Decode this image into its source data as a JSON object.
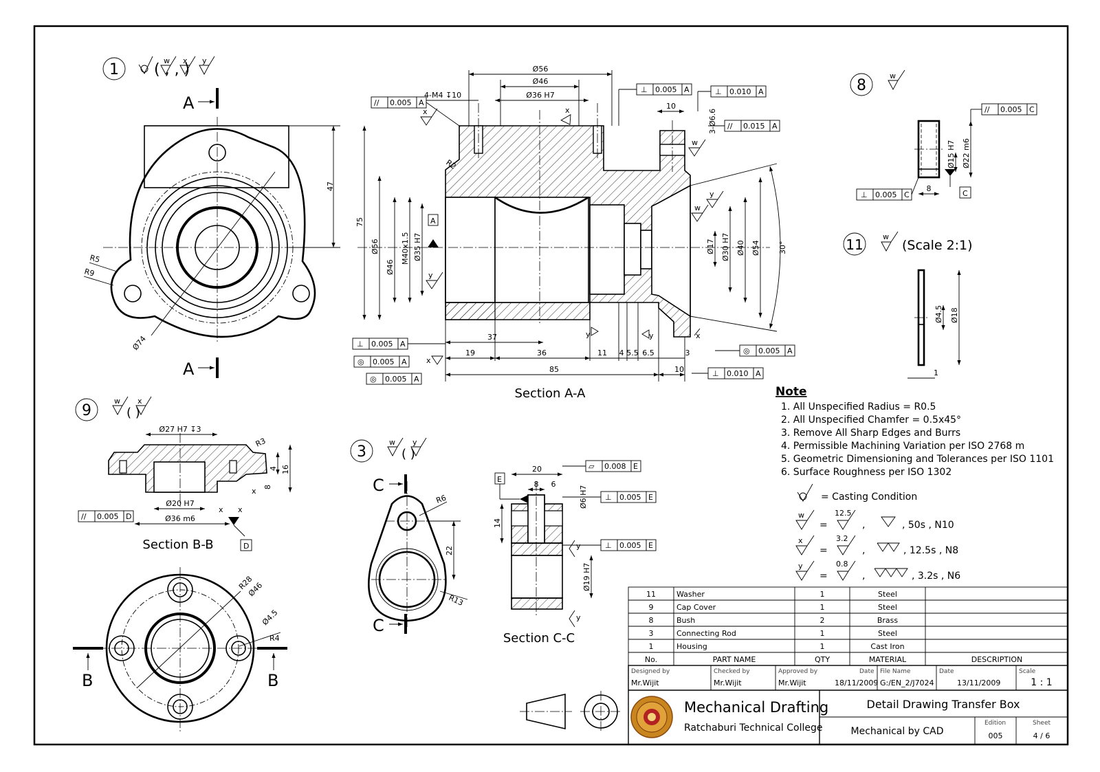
{
  "views": {
    "housing": {
      "number": "1",
      "roughness": "(   ,   ,   )",
      "roughness_symbols": [
        "w",
        "x",
        "y"
      ],
      "section_letter": "A",
      "dims": {
        "r5": "R5",
        "r9": "R9",
        "d74": "Ø74",
        "h47": "47"
      }
    },
    "section_aa": {
      "title": "Section A-A",
      "callouts": {
        "thread4": "4-M4 ↧10",
        "d56": "Ø56",
        "d46": "Ø46",
        "d36h7": "Ø36 H7",
        "r2": "R2",
        "d10": "10",
        "d3x66": "3-Ø6.6"
      },
      "left_dims": {
        "h75": "75",
        "d56": "Ø56",
        "d46": "Ø46",
        "m40": "M40x1.5",
        "d35": "Ø35 H7"
      },
      "right_dims": {
        "d17": "Ø17",
        "d30": "Ø30 H7",
        "d40": "Ø40",
        "d54": "Ø54",
        "a30": "30°"
      },
      "bottom_dims": {
        "d37": "37",
        "d19": "19",
        "d36": "36",
        "d11": "11",
        "d4": "4",
        "d55": "5.5",
        "d65": "6.5",
        "d3": "3",
        "d85": "85",
        "d10": "10"
      },
      "datum": "A",
      "frames": {
        "par1": {
          "sym": "//",
          "tol": "0.005",
          "dat": "A"
        },
        "perp1": {
          "sym": "⊥",
          "tol": "0.005",
          "dat": "A"
        },
        "perp2": {
          "sym": "⊥",
          "tol": "0.010",
          "dat": "A"
        },
        "par2": {
          "sym": "//",
          "tol": "0.015",
          "dat": "A"
        },
        "perp3": {
          "sym": "⊥",
          "tol": "0.005",
          "dat": "A"
        },
        "conc1": {
          "sym": "◎",
          "tol": "0.005",
          "dat": "A"
        },
        "conc2": {
          "sym": "◎",
          "tol": "0.005",
          "dat": "A"
        },
        "conc3": {
          "sym": "◎",
          "tol": "0.005",
          "dat": "A"
        },
        "perp4": {
          "sym": "⊥",
          "tol": "0.010",
          "dat": "A"
        }
      }
    },
    "bush": {
      "number": "8",
      "dims": {
        "d15": "Ø15 H7",
        "d22": "Ø22 m6",
        "w8": "8"
      },
      "frames": {
        "par": {
          "sym": "//",
          "tol": "0.005",
          "dat": "C"
        },
        "perp": {
          "sym": "⊥",
          "tol": "0.005",
          "dat": "C"
        }
      },
      "datum": "C"
    },
    "washer": {
      "number": "11",
      "scale": "(Scale 2:1)",
      "dims": {
        "d45": "Ø4.5",
        "d18": "Ø18",
        "t1": "1"
      }
    },
    "cover": {
      "number": "9",
      "roughness": "(   )",
      "title": "Section B-B",
      "section_letter": "B",
      "dims": {
        "d27": "Ø27 H7 ↧3",
        "r3": "R3",
        "h4": "4",
        "h16": "16",
        "h8": "8",
        "d20": "Ø20 H7",
        "d36": "Ø36 m6",
        "r28": "R28",
        "d46": "Ø46",
        "d45": "Ø4.5",
        "r4": "R4"
      },
      "frame": {
        "sym": "//",
        "tol": "0.005",
        "dat": "D"
      },
      "datum": "D"
    },
    "rod": {
      "number": "3",
      "roughness": "(   )",
      "title": "Section C-C",
      "section_letter": "C",
      "dims": {
        "r6": "R6",
        "l22": "22",
        "r13": "R13",
        "w20": "20",
        "w8": "8",
        "w6": "6",
        "d6": "Ø6 H7",
        "h14": "14",
        "d19": "Ø19 H7"
      },
      "frames": {
        "flat": {
          "sym": "⏥",
          "tol": "0.008",
          "dat": "E"
        },
        "perp1": {
          "sym": "⊥",
          "tol": "0.005",
          "dat": "E"
        },
        "perp2": {
          "sym": "⊥",
          "tol": "0.005",
          "dat": "E"
        }
      },
      "datum": "E"
    }
  },
  "notes": {
    "title": "Note",
    "items": [
      "1. All Unspecified Radius = R0.5",
      "2. All Unspecified Chamfer = 0.5x45°",
      "3. Remove All Sharp Edges and Burrs",
      "4. Permissible Machining Variation per ISO 2768 m",
      "5. Geometric Dimensioning and Tolerances per ISO 1101",
      "6. Surface Roughness per ISO 1302"
    ],
    "legend": {
      "casting": "=  Casting Condition",
      "w": {
        "ra": "12.5",
        "tail": ",    50s   , N10"
      },
      "x": {
        "ra": "3.2",
        "tail": ", 12.5s , N8"
      },
      "y": {
        "ra": "0.8",
        "tail": ",    3.2s , N6"
      }
    }
  },
  "parts_list": {
    "rows": [
      {
        "no": "11",
        "name": "Washer",
        "qty": "1",
        "material": "Steel",
        "desc": ""
      },
      {
        "no": "9",
        "name": "Cap Cover",
        "qty": "1",
        "material": "Steel",
        "desc": ""
      },
      {
        "no": "8",
        "name": "Bush",
        "qty": "2",
        "material": "Brass",
        "desc": ""
      },
      {
        "no": "3",
        "name": "Connecting Rod",
        "qty": "1",
        "material": "Steel",
        "desc": ""
      },
      {
        "no": "1",
        "name": "Housing",
        "qty": "1",
        "material": "Cast Iron",
        "desc": ""
      }
    ],
    "headers": {
      "no": "No.",
      "name": "PART NAME",
      "qty": "QTY",
      "material": "MATERIAL",
      "desc": "DESCRIPTION"
    }
  },
  "title_block": {
    "designed_by_label": "Designed by",
    "designed_by": "Mr.Wijit",
    "checked_by_label": "Checked by",
    "checked_by": "Mr.Wijit",
    "approved_by_label": "Approved by",
    "approved_by": "Mr.Wijit",
    "date_label": "Date",
    "date1": "18/11/2009",
    "file_label": "File Name",
    "file": "G:/EN_2/J7024",
    "date2_label": "Date",
    "date2": "13/11/2009",
    "scale_label": "Scale",
    "scale": "1 : 1",
    "company": "Mechanical Drafting",
    "school": "Ratchaburi Technical College",
    "drawing_title": "Detail Drawing Transfer Box",
    "subtitle": "Mechanical by CAD",
    "edition_label": "Edition",
    "edition": "005",
    "sheet_label": "Sheet",
    "sheet": "4 / 6"
  }
}
